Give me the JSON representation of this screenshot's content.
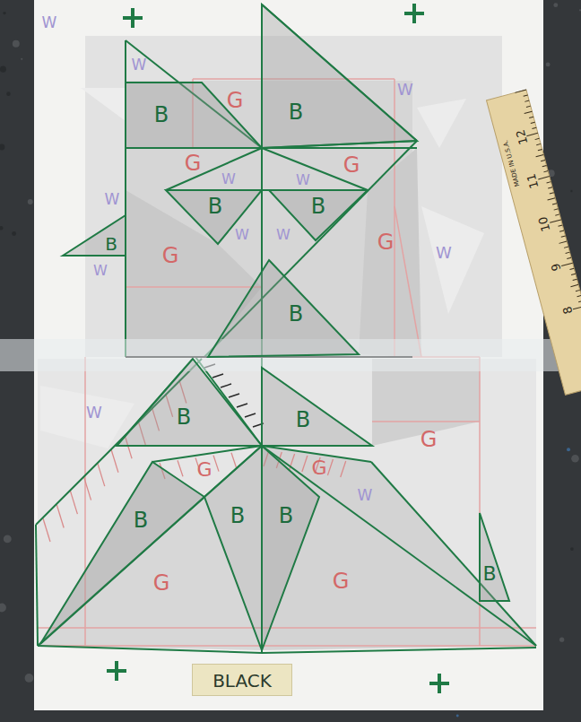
{
  "diagram": {
    "nodes": [
      {
        "text": [
          "B"
        ]
      },
      {
        "text": [
          "B"
        ]
      },
      {
        "text": [
          "B"
        ]
      },
      {
        "text": [
          "B"
        ]
      },
      {
        "text": [
          "B"
        ]
      },
      {
        "text": [
          "B"
        ]
      },
      {
        "text": [
          "B"
        ]
      },
      {
        "text": [
          "B"
        ]
      },
      {
        "text": [
          "B"
        ]
      },
      {
        "text": [
          "B"
        ]
      },
      {
        "text": [
          "B"
        ]
      },
      {
        "text": [
          "B"
        ]
      },
      {
        "text": [
          "BLACK"
        ]
      }
    ],
    "labels": [
      "G",
      "G",
      "G",
      "G",
      "G",
      "G",
      "G",
      "G",
      "G",
      "G",
      "W",
      "W",
      "W",
      "W",
      "W",
      "W",
      "W",
      "W",
      "W",
      "W",
      "W",
      "W",
      "12",
      "11",
      "10",
      "9",
      "8",
      "MADE IN U.S.A."
    ]
  }
}
